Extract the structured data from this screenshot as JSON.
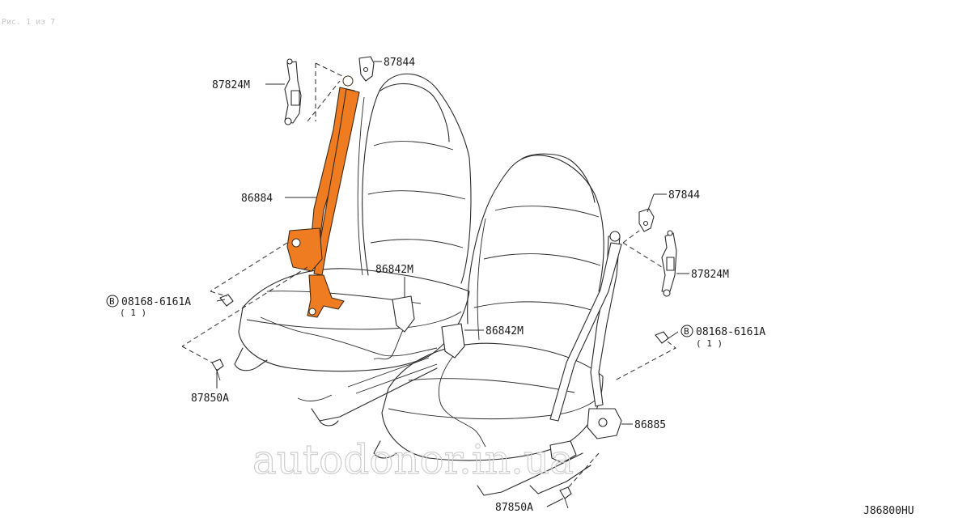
{
  "page_ref": "Рис. 1 из 7",
  "watermark": "autodonor.in.ua",
  "diagram_code": "J86800HU",
  "highlight_color": "#f07c22",
  "callouts": {
    "left_bracket": "87824M",
    "left_clip": "87844",
    "left_belt": "86884",
    "left_buckle": "86842M",
    "left_bolt_code": "08168-6161A",
    "left_bolt_qty": "( 1 )",
    "left_anchor": "87850A",
    "right_clip": "87844",
    "right_bracket": "87824M",
    "right_buckle": "86842M",
    "right_bolt_code": "08168-6161A",
    "right_bolt_qty": "( 1 )",
    "right_belt": "86885",
    "right_anchor": "87850A"
  },
  "bolt_marker": "B"
}
